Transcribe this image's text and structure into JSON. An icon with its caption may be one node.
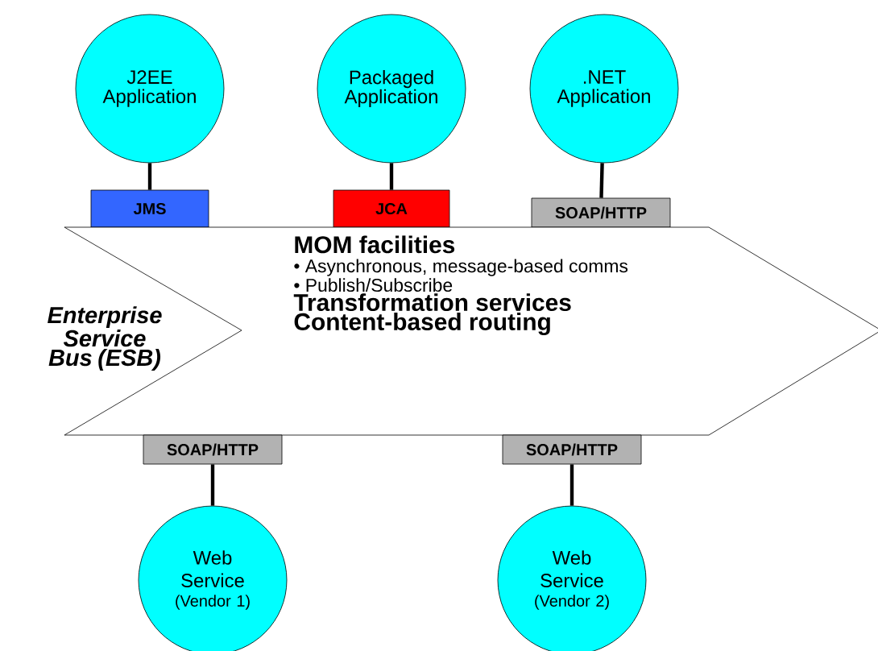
{
  "diagram": {
    "nodes": [
      {
        "text": [
          "J2EE Application"
        ]
      },
      {
        "text": [
          "Packaged Application"
        ]
      },
      {
        "text": [
          ".NET Application"
        ]
      },
      {
        "text": [
          "JMS"
        ]
      },
      {
        "text": [
          "JCA"
        ]
      },
      {
        "text": [
          "SOAP/HTTP"
        ]
      },
      {
        "text": [
          "MOM facilities",
          "• Asynchronous, message-based comms",
          "• Publish/Subscribe",
          "Transformation services",
          "Content-based routing"
        ],
        "beside": [
          "Enterprise Service Bus (ESB)"
        ]
      },
      {
        "text": [
          "SOAP/HTTP"
        ]
      },
      {
        "text": [
          "SOAP/HTTP"
        ]
      },
      {
        "text": [
          "Web Service",
          "(Vendor 1)"
        ]
      },
      {
        "text": [
          "Web Service",
          "(Vendor 2)"
        ]
      }
    ],
    "edges": [
      {
        "from": 0,
        "to": 3,
        "arrow": "none"
      },
      {
        "from": 1,
        "to": 4,
        "arrow": "none"
      },
      {
        "from": 2,
        "to": 5,
        "arrow": "none"
      },
      {
        "from": 7,
        "to": 9,
        "arrow": "none"
      },
      {
        "from": 8,
        "to": 10,
        "arrow": "none"
      }
    ]
  }
}
